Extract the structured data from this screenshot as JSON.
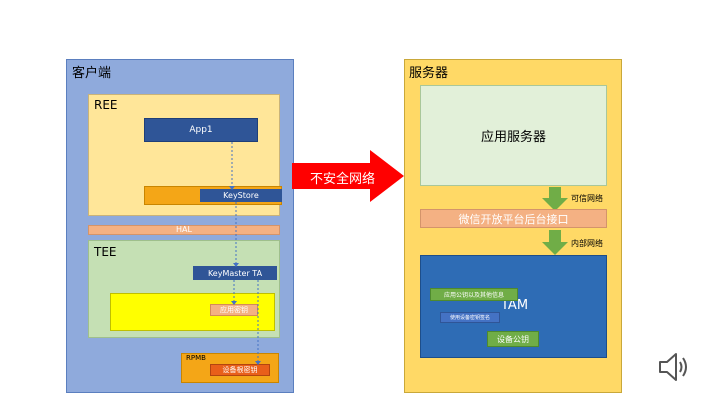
{
  "client": {
    "title": "客户端",
    "ree": {
      "title": "REE",
      "app_label": "App1",
      "keystore_label": "KeyStore"
    },
    "hal_label": "HAL",
    "tee": {
      "title": "TEE",
      "keymaster_label": "KeyMaster TA",
      "app_key_label": "应用密钥"
    },
    "rpmb": {
      "title": "RPMB",
      "device_root_key_label": "设备根密钥"
    }
  },
  "network": {
    "insecure_label": "不安全网络"
  },
  "server": {
    "title": "服务器",
    "app_server_label": "应用服务器",
    "trusted_network_label": "可信网络",
    "wechat_backend_label": "微信开放平台后台接口",
    "internal_network_label": "内部网络",
    "ifaa": {
      "title": "TAM",
      "app_pubkey_label": "应用公钥以及其他信息",
      "usage_key_label": "使用设备密钥签名",
      "device_pubkey_label": "设备公钥"
    }
  },
  "colors": {
    "client_bg": "#8faadc",
    "server_bg": "#ffd966",
    "arrow_red": "#ff0000",
    "arrow_green": "#70ad47",
    "dark_blue": "#2f5597"
  },
  "icons": {
    "speaker": "speaker-icon"
  }
}
